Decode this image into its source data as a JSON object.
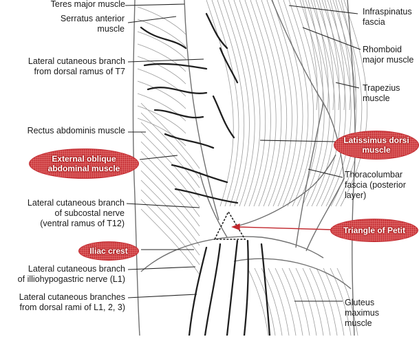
{
  "labels_left": {
    "teres_major": "Teres major muscle",
    "serratus_1": "Serratus anterior",
    "serratus_2": "muscle",
    "lat_cut_t7_1": "Lateral cutaneous branch",
    "lat_cut_t7_2": "from dorsal ramus of T7",
    "rectus": "Rectus abdominis muscle",
    "subcostal_1": "Lateral cutaneous branch",
    "subcostal_2": "of subcostal nerve",
    "subcostal_3": "(ventral ramus of T12)",
    "iliohypo_1": "Lateral cutaneous branch",
    "iliohypo_2": "of illiohypogastric nerve (L1)",
    "l123_1": "Lateral cutaneous branches",
    "l123_2": "from dorsal rami of L1, 2, 3)"
  },
  "labels_right": {
    "infraspinatus_1": "Infraspinatus",
    "infraspinatus_2": "fascia",
    "rhomboid_1": "Rhomboid",
    "rhomboid_2": "major muscle",
    "trapezius_1": "Trapezius",
    "trapezius_2": "muscle",
    "thoraco_1": "Thoracolumbar",
    "thoraco_2": "fascia (posterior",
    "thoraco_3": "layer)",
    "gluteus_1": "Gluteus",
    "gluteus_2": "maximus",
    "gluteus_3": "muscle"
  },
  "highlights": {
    "external_oblique_1": "External oblique",
    "external_oblique_2": "abdominal muscle",
    "latissimus_1": "Latissimus dorsi",
    "latissimus_2": "muscle",
    "iliac_crest": "Iliac crest",
    "triangle_petit": "Triangle of Petit"
  },
  "colors": {
    "highlight_fill": "#e06a6a",
    "highlight_border": "#c1272d",
    "pointer_red": "#c1272d",
    "nerve": "#222222",
    "muscle_line": "#8a8a8a"
  }
}
